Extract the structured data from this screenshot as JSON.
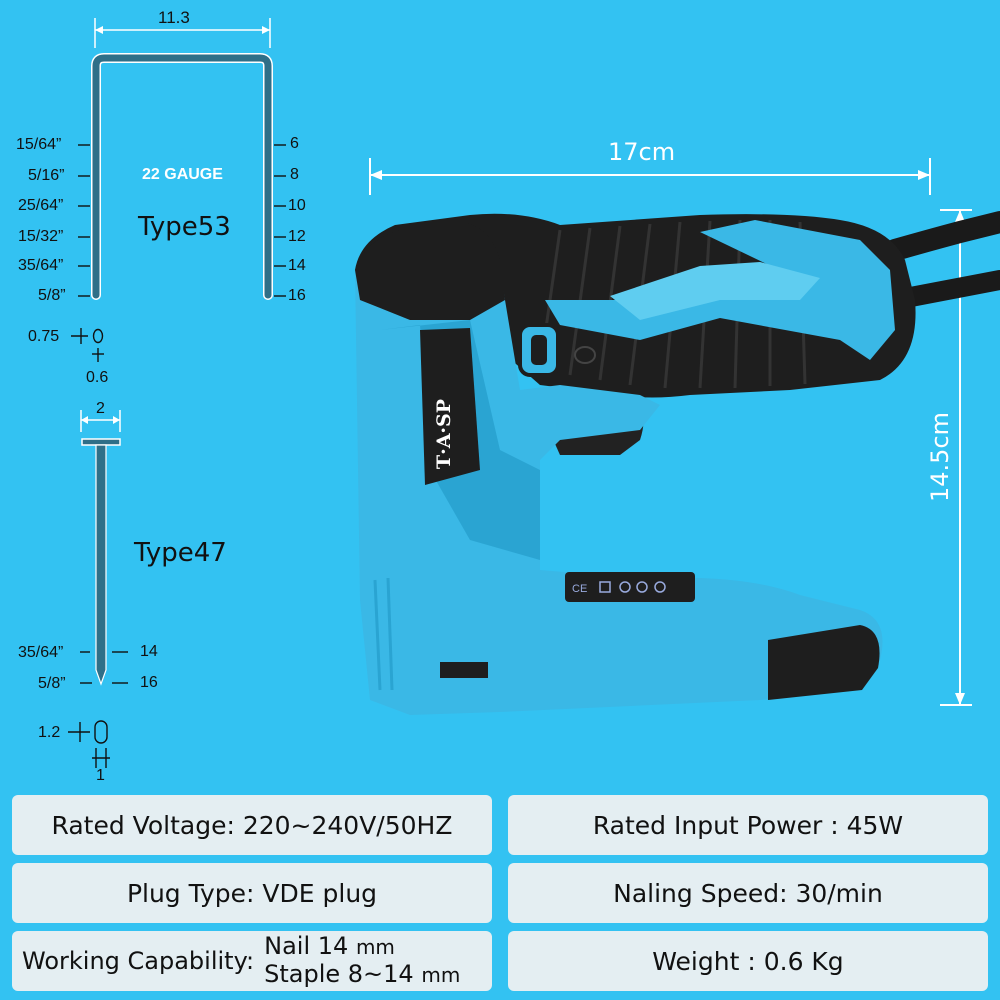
{
  "type53": {
    "width_label": "11.3",
    "name": "Type53",
    "gauge": "22 GAUGE",
    "inch_labels": [
      "15/64”",
      "5/16”",
      "25/64”",
      "15/32”",
      "35/64”",
      "5/8”"
    ],
    "mm_labels": [
      "6",
      "8",
      "10",
      "12",
      "14",
      "16"
    ],
    "wire_a": "0.75",
    "wire_b": "0.6"
  },
  "type47": {
    "head_label": "2",
    "name": "Type47",
    "inch_labels": [
      "35/64”",
      "5/8”"
    ],
    "mm_labels": [
      "14",
      "16"
    ],
    "wire_a": "1.2",
    "wire_b": "1"
  },
  "tool": {
    "width_label": "17cm",
    "height_label": "14.5cm",
    "brand": "T·A·SP"
  },
  "specs": {
    "voltage": "Rated Voltage: 220~240V/50HZ",
    "power": "Rated Input Power : 45W",
    "plug": "Plug Type: VDE plug",
    "speed": "Naling Speed: 30/min",
    "capability_label": "Working Capability:",
    "capability_nail": "Nail 14",
    "capability_staple": "Staple 8~14",
    "unit": "mm",
    "weight": "Weight : 0.6 Kg"
  },
  "colors": {
    "background": "#33c2f2",
    "tool_blue": "#3ab8e6",
    "tool_black": "#1e1e1e",
    "panel": "#e4eef2"
  }
}
